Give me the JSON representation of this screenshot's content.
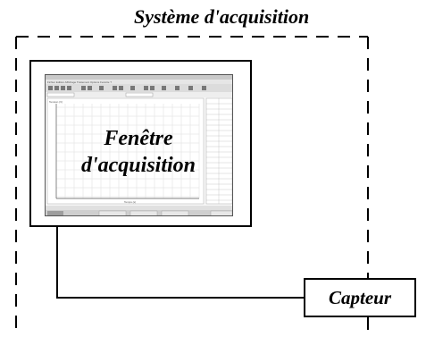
{
  "diagram": {
    "container_label": "Système d'acquisition",
    "screen_label_line1": "Fenêtre",
    "screen_label_line2": "d'acquisition",
    "sensor_label": "Capteur"
  },
  "screenshot": {
    "menu_text": "Fichier  Edition  Affichage  Traitement  Options  Fenêtre  ?",
    "ylabel": "Tension (V)",
    "xlabel": "Temps (s)"
  }
}
